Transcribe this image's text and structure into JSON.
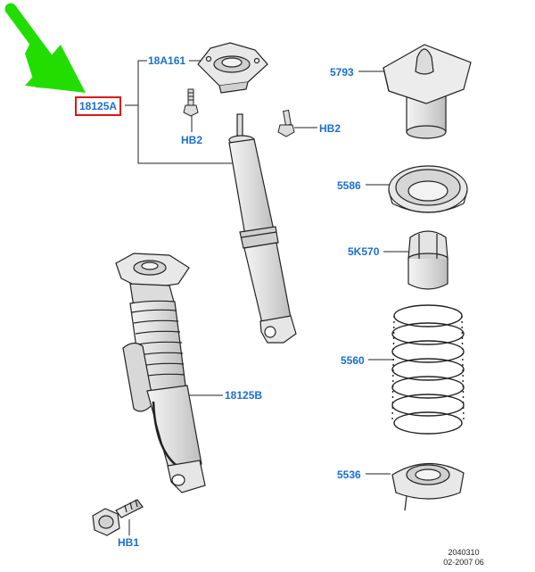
{
  "labels": {
    "main_part": "18125A",
    "upper_mount": "18A161",
    "bolt_left": "HB2",
    "bolt_right": "HB2",
    "bump_stop_cover": "5793",
    "spring_seat_upper": "5586",
    "bump_stop": "5K570",
    "coil_spring": "5560",
    "spring_seat_lower": "5536",
    "air_shock": "18125B",
    "mount_bolt": "HB1"
  },
  "reference": {
    "drawing_number": "2040310",
    "date": "02-2007 06"
  },
  "colors": {
    "pointer_arrow": "#22dd00",
    "highlight_box": "#e01515",
    "label_text": "#1a6fd0"
  }
}
